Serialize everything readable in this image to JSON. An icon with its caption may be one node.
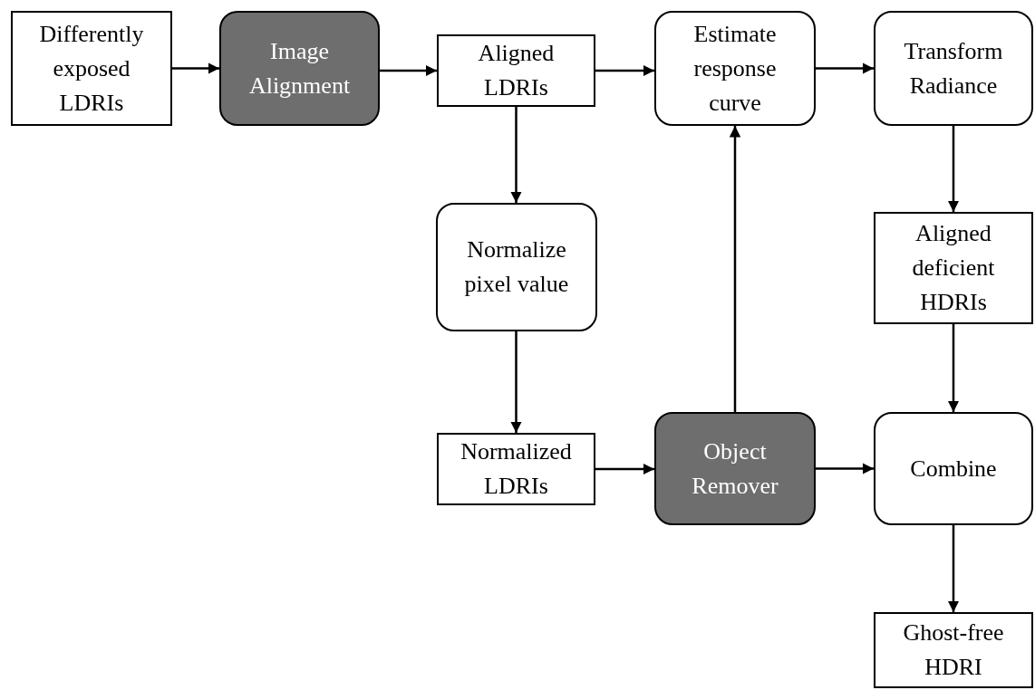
{
  "diagram": {
    "nodes": [
      {
        "text": [
          "Differently exposed LDRIs"
        ]
      },
      {
        "text": [
          "Image Alignment"
        ]
      },
      {
        "text": [
          "Aligned LDRIs"
        ]
      },
      {
        "text": [
          "Estimate response curve"
        ]
      },
      {
        "text": [
          "Transform Radiance"
        ]
      },
      {
        "text": [
          "Normalize pixel value"
        ]
      },
      {
        "text": [
          "Aligned deficient HDRIs"
        ]
      },
      {
        "text": [
          "Normalized LDRIs"
        ]
      },
      {
        "text": [
          "Object Remover"
        ]
      },
      {
        "text": [
          "Combine"
        ]
      },
      {
        "text": [
          "Ghost-free HDRI"
        ]
      }
    ],
    "edges": [
      {
        "from": 0,
        "to": 1,
        "arrow": "to"
      },
      {
        "from": 1,
        "to": 2,
        "arrow": "to"
      },
      {
        "from": 2,
        "to": 3,
        "arrow": "to"
      },
      {
        "from": 3,
        "to": 4,
        "arrow": "to"
      },
      {
        "from": 2,
        "to": 5,
        "arrow": "to"
      },
      {
        "from": 5,
        "to": 7,
        "arrow": "to"
      },
      {
        "from": 7,
        "to": 8,
        "arrow": "to"
      },
      {
        "from": 8,
        "to": 3,
        "arrow": "to"
      },
      {
        "from": 8,
        "to": 9,
        "arrow": "to"
      },
      {
        "from": 4,
        "to": 6,
        "arrow": "to"
      },
      {
        "from": 6,
        "to": 9,
        "arrow": "to"
      },
      {
        "from": 9,
        "to": 10,
        "arrow": "to"
      }
    ]
  }
}
